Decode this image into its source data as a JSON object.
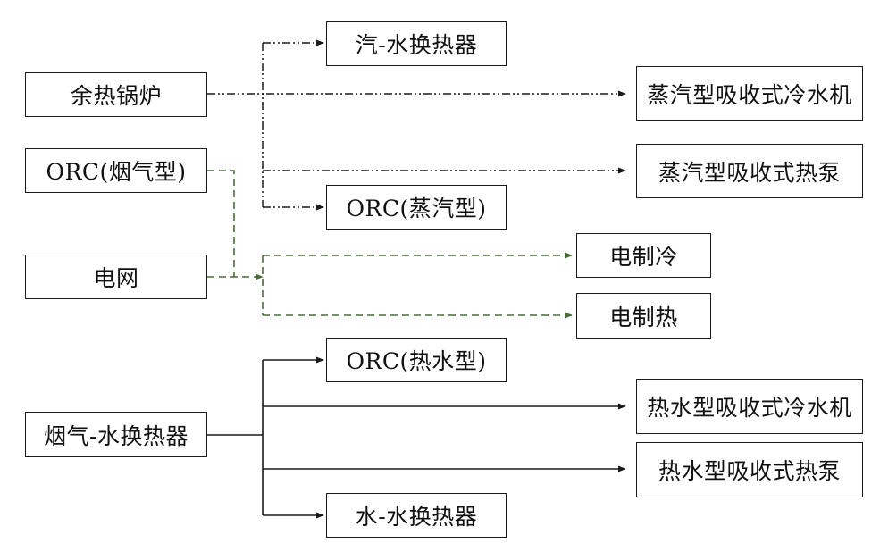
{
  "colors": {
    "box_border": "#1a1a1a",
    "steam_line": "#1a1a1a",
    "power_line": "#4a6b3a",
    "water_line": "#1a1a1a"
  },
  "nodes": {
    "waste_heat_boiler": "余热锅炉",
    "orc_flue": "ORC(烟气型)",
    "grid": "电网",
    "flue_water_hx": "烟气-水换热器",
    "steam_water_hx": "汽-水换热器",
    "steam_chiller": "蒸汽型吸收式冷水机",
    "steam_heat_pump": "蒸汽型吸收式热泵",
    "orc_steam": "ORC(蒸汽型)",
    "electric_cooling": "电制冷",
    "electric_heating": "电制热",
    "orc_hot_water": "ORC(热水型)",
    "hot_water_chiller": "热水型吸收式冷水机",
    "hot_water_heat_pump": "热水型吸收式热泵",
    "water_water_hx": "水-水换热器"
  },
  "edges": [
    {
      "from": "waste_heat_boiler",
      "to": "steam_water_hx",
      "style": "dash-dot-dot"
    },
    {
      "from": "waste_heat_boiler",
      "to": "steam_chiller",
      "style": "dash-dot-dot"
    },
    {
      "from": "waste_heat_boiler",
      "to": "steam_heat_pump",
      "style": "dash-dot-dot"
    },
    {
      "from": "waste_heat_boiler",
      "to": "orc_steam",
      "style": "dash-dot-dot"
    },
    {
      "from": "orc_flue",
      "to": "electric_cooling",
      "style": "dashed"
    },
    {
      "from": "orc_flue",
      "to": "electric_heating",
      "style": "dashed"
    },
    {
      "from": "grid",
      "to": "electric_cooling",
      "style": "dashed"
    },
    {
      "from": "grid",
      "to": "electric_heating",
      "style": "dashed"
    },
    {
      "from": "flue_water_hx",
      "to": "orc_hot_water",
      "style": "solid"
    },
    {
      "from": "flue_water_hx",
      "to": "hot_water_chiller",
      "style": "solid"
    },
    {
      "from": "flue_water_hx",
      "to": "hot_water_heat_pump",
      "style": "solid"
    },
    {
      "from": "flue_water_hx",
      "to": "water_water_hx",
      "style": "solid"
    }
  ]
}
